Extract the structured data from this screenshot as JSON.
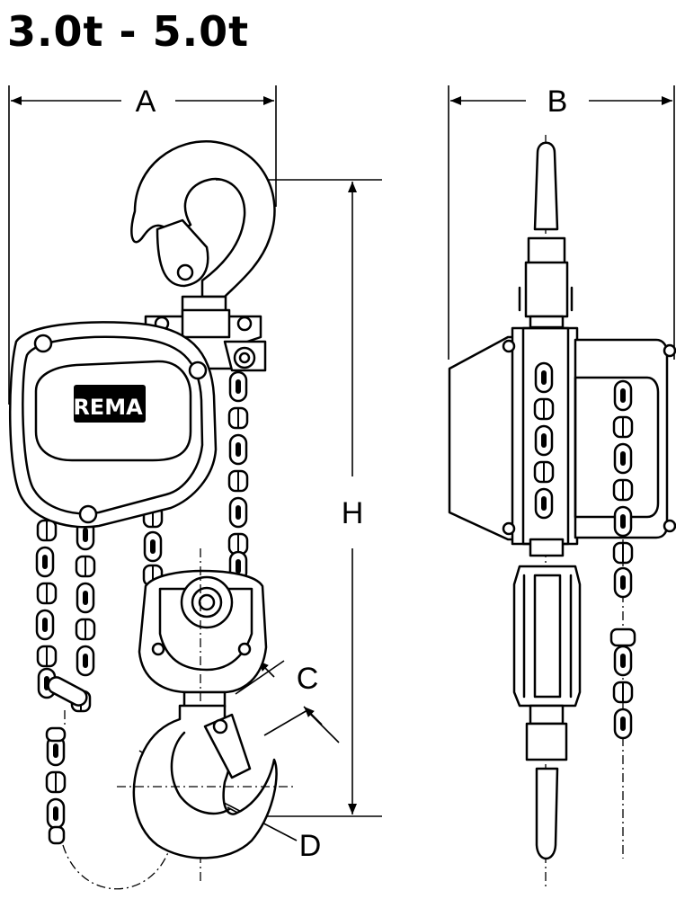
{
  "title": "3.0t - 5.0t",
  "brand": "REMA",
  "dimensions": {
    "a": "A",
    "b": "B",
    "c": "C",
    "d": "D",
    "h": "H"
  }
}
